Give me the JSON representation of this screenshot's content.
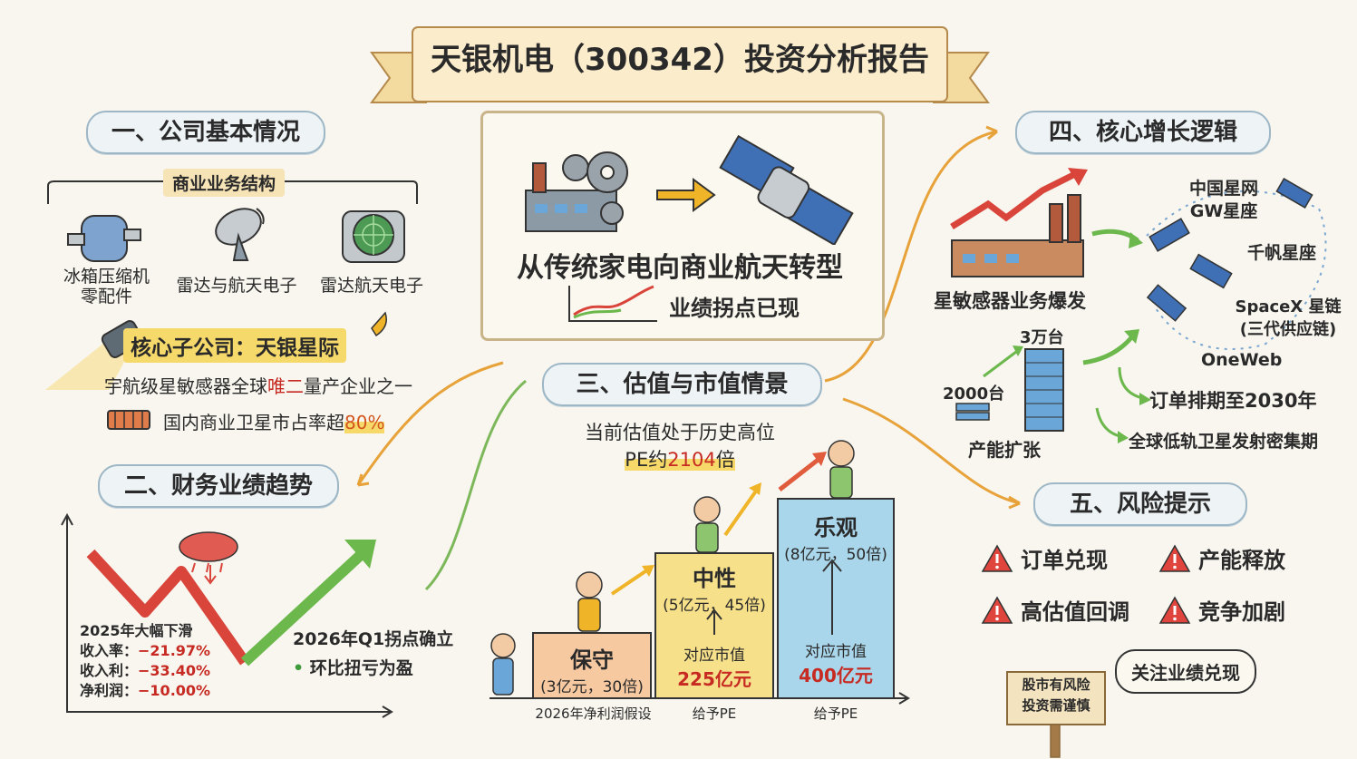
{
  "title": "天银机电（300342）投资分析报告",
  "center_panel": {
    "headline": "从传统家电向商业航天转型",
    "subline": "业绩拐点已现"
  },
  "section1": {
    "heading": "一、公司基本情况",
    "structure_label": "商业业务结构",
    "items": [
      "冰箱压缩机\n零配件",
      "雷达与航天电子",
      "雷达航天电子"
    ],
    "subsidiary": "核心子公司：天银星际",
    "point1_pre": "宇航级星敏感器全球",
    "point1_hl": "唯二",
    "point1_post": "量产企业之一",
    "point2_pre": "国内商业卫星市占率超",
    "point2_hl": "80%"
  },
  "section2": {
    "heading": "二、财务业绩趋势",
    "drop_title": "2025年大幅下滑",
    "rows": [
      {
        "label": "收入率：",
        "value": "−21.97%"
      },
      {
        "label": "收入利：",
        "value": "−33.40%"
      },
      {
        "label": "净利润：",
        "value": "−10.00%"
      }
    ],
    "q1_title": "2026年Q1拐点确立",
    "q1_point": "环比扭亏为盈"
  },
  "section3": {
    "heading": "三、估值与市值情景",
    "note_line1": "当前估值处于历史高位",
    "note_line2_pre": "PE约",
    "note_line2_hl": "2104",
    "note_line2_post": "倍",
    "scenarios": [
      {
        "name": "保守",
        "params": "(3亿元，30倍)",
        "caption": ""
      },
      {
        "name": "中性",
        "params": "(5亿元，45倍)",
        "caption_pre": "对应市值",
        "cap": "225亿元"
      },
      {
        "name": "乐观",
        "params": "(8亿元，50倍)",
        "caption_pre": "对应市值",
        "cap": "400亿元"
      }
    ],
    "axis_labels": [
      "2026年净利润假设",
      "给予PE",
      "给予PE"
    ]
  },
  "section4": {
    "heading": "四、核心增长逻辑",
    "sensor_label": "星敏感器业务爆发",
    "capacity_low": "2000台",
    "capacity_high": "3万台",
    "capacity_label": "产能扩张",
    "constellations": [
      "中国星网\nGW星座",
      "千帆星座",
      "SpaceX 星链\n(三代供应链)",
      "OneWeb"
    ],
    "order_line": "订单排期至2030年",
    "leo_line": "全球低轨卫星发射密集期"
  },
  "section5": {
    "heading": "五、风险提示",
    "risks": [
      "订单兑现",
      "产能释放",
      "高估值回调",
      "竞争加剧"
    ],
    "bubble": "关注业绩兑现",
    "sign": "股市有风险\n投资需谨慎"
  },
  "colors": {
    "up_green": "#6cb84c",
    "down_red": "#d9453b",
    "accent_orange": "#e8a23a",
    "tag_blue": "#9db7c6"
  }
}
